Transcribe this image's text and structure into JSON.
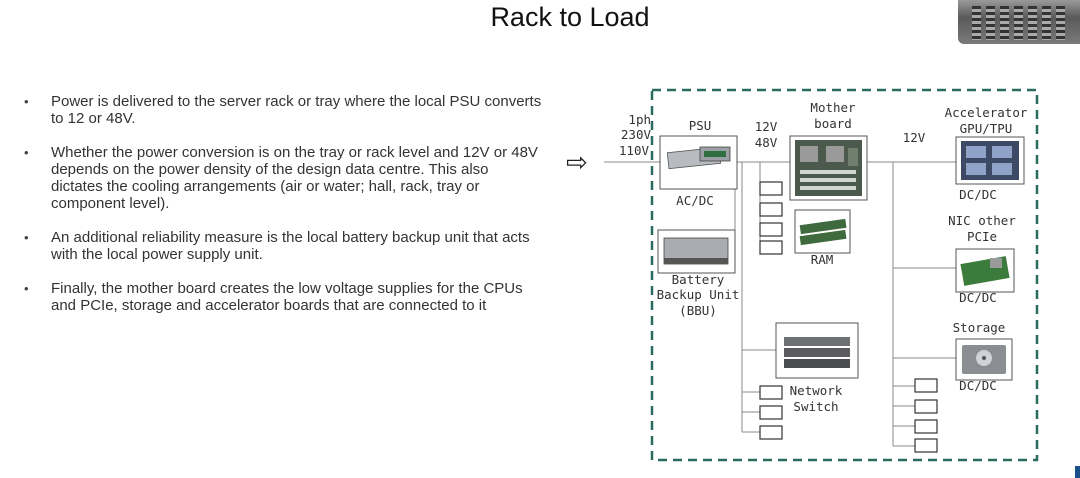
{
  "title": "Rack to Load",
  "bullets": [
    "Power is delivered to the server rack or tray where the local PSU converts to 12 or 48V.",
    "Whether the power conversion is on the tray or rack level and 12V or 48V depends on the power density of the design data centre. This also dictates the cooling arrangements (air or water; hall, rack, tray or component level).",
    "An additional reliability measure is the local battery backup unit that acts with the local power supply unit.",
    "Finally, the mother board creates the low voltage supplies for the CPUs and PCIe, storage and accelerator boards that are connected to it"
  ],
  "diagram": {
    "input": {
      "line1": "1ph",
      "line2": "230V",
      "line3": "110V"
    },
    "psu": {
      "label": "PSU",
      "sub": "AC/DC"
    },
    "bbu": {
      "line1": "Battery",
      "line2": "Backup Unit",
      "line3": "(BBU)"
    },
    "bus_voltage": {
      "line1": "12V",
      "line2": "48V"
    },
    "motherboard": {
      "line1": "Mother",
      "line2": "board"
    },
    "ram": "RAM",
    "switch": {
      "line1": "Network",
      "line2": "Switch"
    },
    "rail_12v": "12V",
    "accelerator": {
      "line1": "Accelerator",
      "line2": "GPU/TPU",
      "sub": "DC/DC"
    },
    "nic": {
      "line1": "NIC other",
      "line2": "PCIe",
      "sub": "DC/DC"
    },
    "storage": {
      "label": "Storage",
      "sub": "DC/DC"
    }
  },
  "colors": {
    "dashed_border": "#2a6b5f",
    "accent": "#1a4f8b"
  }
}
